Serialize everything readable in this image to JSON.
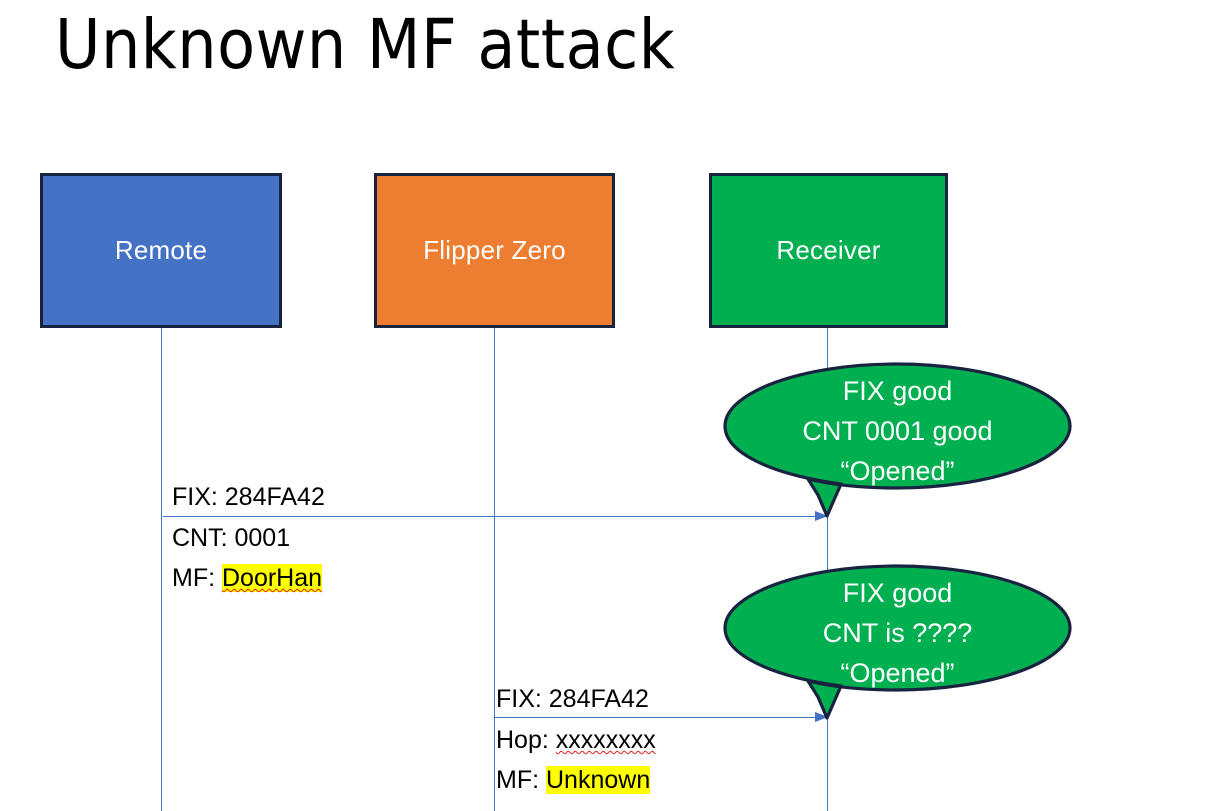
{
  "slide": {
    "title": "Unknown MF attack",
    "background": "#ffffff"
  },
  "colors": {
    "remote_fill": "#4472C4",
    "flipper_fill": "#ED7D31",
    "receiver_fill": "#00B050",
    "box_border": "#17233f",
    "lifeline": "#4472C4",
    "bubble_fill": "#00B050",
    "bubble_border": "#17233f",
    "highlight": "#FFFF00",
    "spellcheck_underline": "#e02020",
    "text_dark": "#000000",
    "text_light": "#ffffff"
  },
  "actors": [
    {
      "id": "remote",
      "label": "Remote"
    },
    {
      "id": "flipper",
      "label": "Flipper Zero"
    },
    {
      "id": "receiver",
      "label": "Receiver"
    }
  ],
  "messages": [
    {
      "id": "remote-to-receiver",
      "from": "remote",
      "to": "receiver",
      "line1": "FIX: 284FA42",
      "line2": "CNT: 0001",
      "line3_prefix": "MF: ",
      "line3_value": "DoorHan",
      "line3_highlighted": true,
      "line3_spellchecked": true
    },
    {
      "id": "flipper-to-receiver",
      "from": "flipper",
      "to": "receiver",
      "line1": "FIX: 284FA42",
      "line2_prefix": "Hop: ",
      "line2_value": "xxxxxxxx",
      "line2_spellchecked": true,
      "line3_prefix": "MF: ",
      "line3_value": "Unknown",
      "line3_highlighted": true,
      "line3_spellchecked": false
    }
  ],
  "bubbles": [
    {
      "id": "bubble-one",
      "owner": "receiver",
      "line1": "FIX good",
      "line2": "CNT 0001 good",
      "line3": "“Opened”"
    },
    {
      "id": "bubble-two",
      "owner": "receiver",
      "line1": "FIX good",
      "line2": "CNT is ????",
      "line3": "“Opened”"
    }
  ]
}
